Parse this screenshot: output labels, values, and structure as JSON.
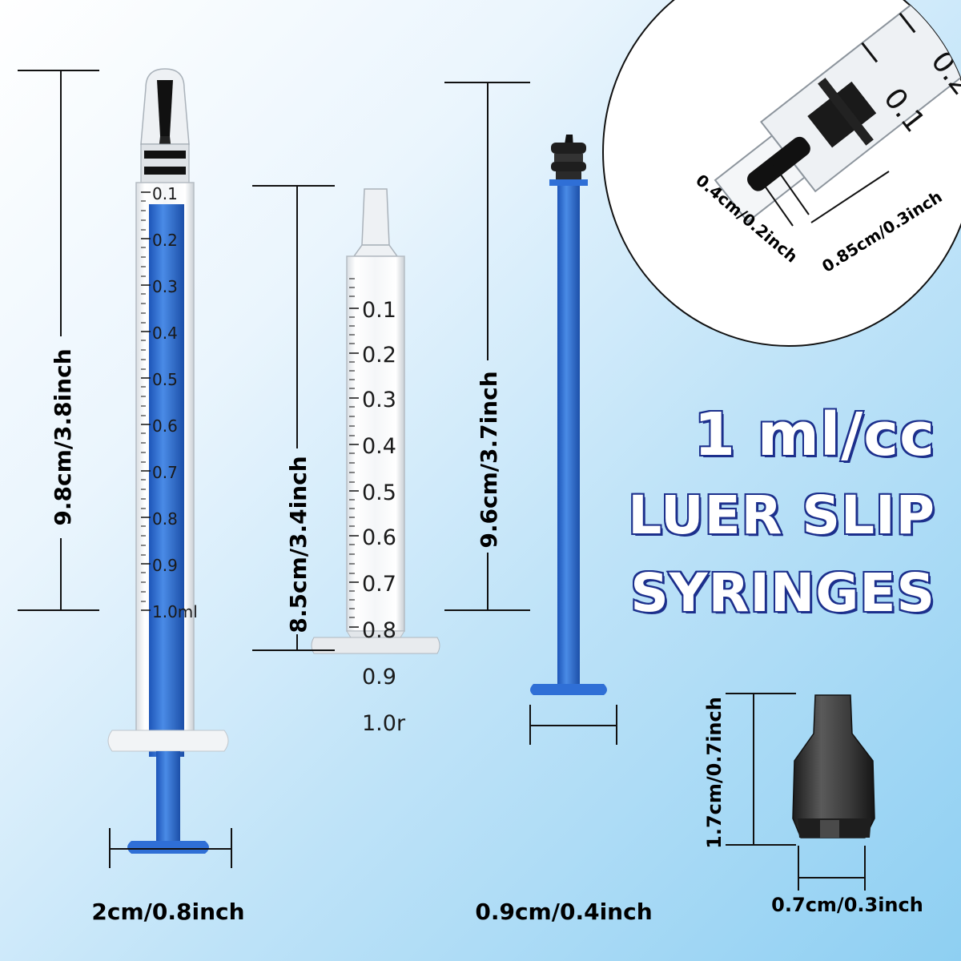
{
  "title": {
    "line1": "1 ml/cc",
    "line2": "LUER SLIP",
    "line3": "SYRINGES"
  },
  "dimensions": {
    "syringe_length": "9.8cm/3.8inch",
    "syringe_width": "2cm/0.8inch",
    "barrel_length": "8.5cm/3.4inch",
    "plunger_length": "9.6cm/3.7inch",
    "plunger_width": "0.9cm/0.4inch",
    "tip_inner": "0.4cm/0.2inch",
    "tip_outer": "0.85cm/0.3inch",
    "cap_height": "1.7cm/0.7inch",
    "cap_width": "0.7cm/0.3inch"
  },
  "syringe_graduations": [
    "0.1",
    "0.2",
    "0.3",
    "0.4",
    "0.5",
    "0.6",
    "0.7",
    "0.8",
    "0.9",
    "1.0ml"
  ],
  "barrel_graduations": [
    "0.1",
    "0.2",
    "0.3",
    "0.4",
    "0.5",
    "0.6",
    "0.7",
    "0.8",
    "0.9",
    "1.0r"
  ],
  "zoom_graduations": [
    "0.1",
    "0.2"
  ],
  "icons": [
    "syringe-assembled-icon",
    "barrel-icon",
    "plunger-icon",
    "tip-cap-icon",
    "tip-zoom-icon"
  ],
  "colors": {
    "plunger_blue": "#2f6fd6",
    "title_fill": "#ffffff",
    "title_outline": "#1c2f8c",
    "cap_black": "#2a2a2a"
  }
}
